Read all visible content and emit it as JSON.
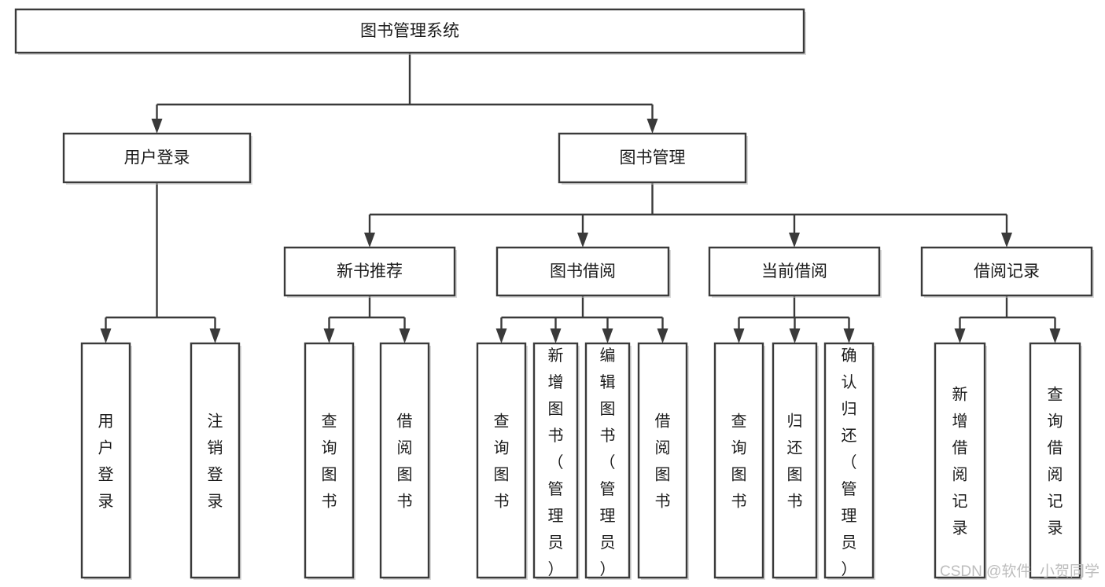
{
  "diagram": {
    "title": "图书管理系统",
    "type": "tree-hierarchy",
    "watermark": "CSDN @软件_小贺同学",
    "colors": {
      "stroke": "#3a3a3a",
      "fill": "#ffffff",
      "text": "#1b1b1b",
      "shadow": "#b9b9b9",
      "watermark": "#bdbdbd"
    },
    "nodes": {
      "root": {
        "label": "图书管理系统",
        "orientation": "horizontal"
      },
      "level2": [
        {
          "id": "user-login",
          "label": "用户登录",
          "orientation": "horizontal"
        },
        {
          "id": "book-manage",
          "label": "图书管理",
          "orientation": "horizontal"
        }
      ],
      "level3": [
        {
          "id": "new-book-recommend",
          "label": "新书推荐",
          "orientation": "horizontal"
        },
        {
          "id": "book-borrow",
          "label": "图书借阅",
          "orientation": "horizontal"
        },
        {
          "id": "current-borrow",
          "label": "当前借阅",
          "orientation": "horizontal"
        },
        {
          "id": "borrow-record",
          "label": "借阅记录",
          "orientation": "horizontal"
        }
      ],
      "leaves": {
        "user-login": [
          {
            "id": "leaf-user-login",
            "label": "用户登录",
            "orientation": "vertical"
          },
          {
            "id": "leaf-logout-login",
            "label": "注销登录",
            "orientation": "vertical"
          }
        ],
        "new-book-recommend": [
          {
            "id": "leaf-query-book-1",
            "label": "查询图书",
            "orientation": "vertical"
          },
          {
            "id": "leaf-borrow-book-1",
            "label": "借阅图书",
            "orientation": "vertical"
          }
        ],
        "book-borrow": [
          {
            "id": "leaf-query-book-2",
            "label": "查询图书",
            "orientation": "vertical"
          },
          {
            "id": "leaf-add-book",
            "label": "新增图书（管理员）",
            "orientation": "vertical"
          },
          {
            "id": "leaf-edit-book",
            "label": "编辑图书（管理员）",
            "orientation": "vertical"
          },
          {
            "id": "leaf-borrow-book-2",
            "label": "借阅图书",
            "orientation": "vertical"
          }
        ],
        "current-borrow": [
          {
            "id": "leaf-query-book-3",
            "label": "查询图书",
            "orientation": "vertical"
          },
          {
            "id": "leaf-return-book",
            "label": "归还图书",
            "orientation": "vertical"
          },
          {
            "id": "leaf-confirm-return",
            "label": "确认归还（管理员）",
            "orientation": "vertical"
          }
        ],
        "borrow-record": [
          {
            "id": "leaf-add-record",
            "label": "新增借阅记录",
            "orientation": "vertical"
          },
          {
            "id": "leaf-query-record",
            "label": "查询借阅记录",
            "orientation": "vertical"
          }
        ]
      }
    }
  }
}
